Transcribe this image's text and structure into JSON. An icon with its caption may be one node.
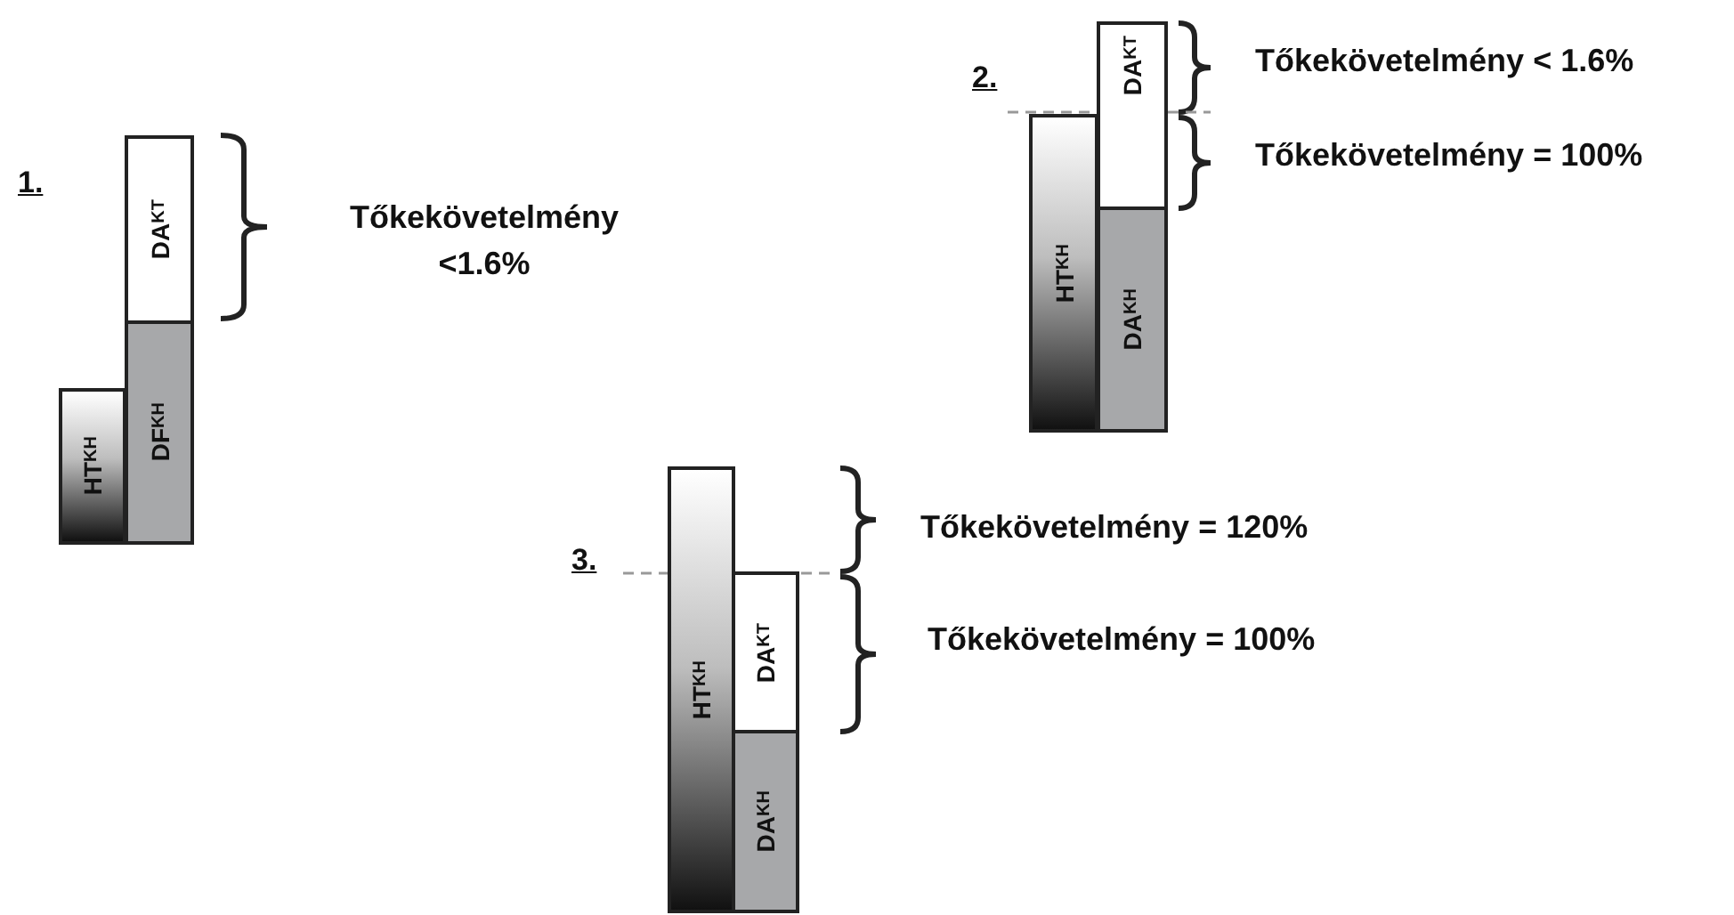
{
  "diagram": {
    "nodes": [
      {
        "text": [
          "DA$_{KT}$"
        ]
      },
      {
        "text": [
          "HT$_{KH}$"
        ]
      },
      {
        "text": [
          "DF$_{KH}$"
        ]
      },
      {
        "text": [
          "DA$_{KT}$"
        ]
      },
      {
        "text": [
          "HT$_{KH}$"
        ]
      },
      {
        "text": [
          "DA$_{KH}$"
        ]
      },
      {
        "text": [
          "HT$_{KH}$"
        ]
      },
      {
        "text": [
          "DA$_{KT}$"
        ]
      },
      {
        "text": [
          "DA$_{KH}$"
        ]
      }
    ],
    "edges": [],
    "labels": [
      "Tőkekövetelmény < 1.6%",
      "2.",
      "Tőkekövetelmény = 100%",
      "1.",
      "Tőkekövetelmény <1.6%",
      "Tőkekövetelmény = 120%",
      "3.",
      "Tőkekövetelmény = 100%"
    ]
  }
}
